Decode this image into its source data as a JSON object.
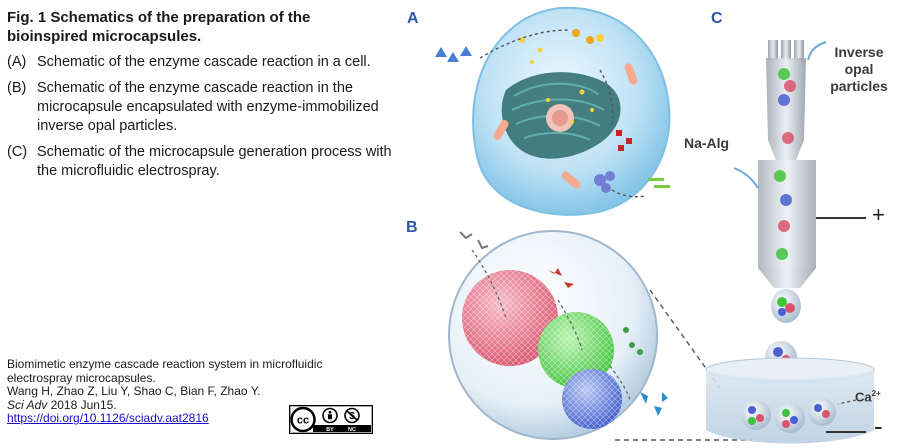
{
  "caption": {
    "title": "Fig. 1 Schematics of the preparation of the bioinspired microcapsules.",
    "items": [
      {
        "label": "(A)",
        "text": "Schematic of the enzyme cascade reaction in a cell."
      },
      {
        "label": "(B)",
        "text": "Schematic of the enzyme cascade reaction in the microcapsule encapsulated with enzyme-immobilized inverse opal particles."
      },
      {
        "label": "(C)",
        "text": "Schematic of the microcapsule generation process with the microfluidic electrospray."
      }
    ]
  },
  "citation": {
    "line1": "Biomimetic enzyme cascade reaction system in microfluidic",
    "line2": "electrospray microcapsules.",
    "authors": "Wang H, Zhao Z, Liu Y, Shao C, Bian F, Zhao Y.",
    "journal": "Sci Adv",
    "date": " 2018 Jun15.",
    "doi": "https://doi.org/10.1126/sciadv.aat2816"
  },
  "license": {
    "by": "BY",
    "nc": "NC"
  },
  "panels": {
    "a": "A",
    "b": "B",
    "c": "C"
  },
  "labels": {
    "inverse": "Inverse",
    "opal": "opal",
    "particles": "particles",
    "na_alg": "Na-Alg",
    "plus": "+",
    "ca": "Ca",
    "ca_sup": "2+",
    "minus": "-"
  },
  "colors": {
    "panel_letter": "#2a57a6",
    "link": "#1a0dcc"
  }
}
